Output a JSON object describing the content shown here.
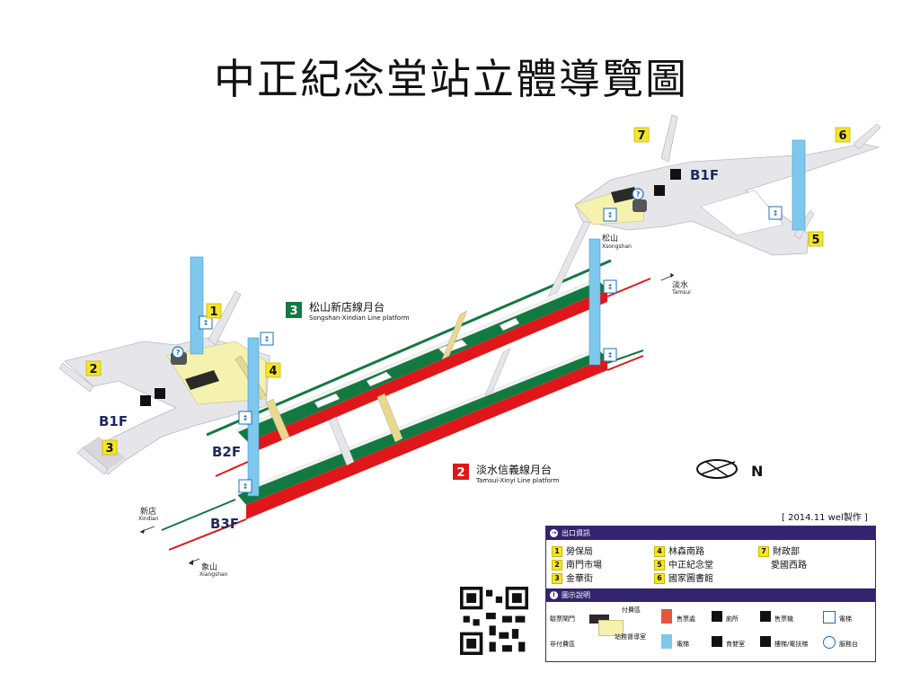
{
  "title": "中正紀念堂站立體導覽圖",
  "colors": {
    "green_line": "#127a41",
    "red_line": "#e0171a",
    "structure": "#e6e6ea",
    "paid_area": "#f5f2b0",
    "elevator_pillar": "#7ec8ee",
    "exit_box": "#f4e52a",
    "legend_header": "#32246e"
  },
  "floors": {
    "b1f_left": "B1F",
    "b1f_right": "B1F",
    "b2f": "B2F",
    "b3f": "B3F"
  },
  "exits_on_map": {
    "e1": "1",
    "e2": "2",
    "e3": "3",
    "e4": "4",
    "e5": "5",
    "e6": "6",
    "e7": "7"
  },
  "platforms": {
    "songshan": {
      "badge": "3",
      "cn": "松山新店線月台",
      "en": "Songshan-Xindian Line platform",
      "color": "#127a41"
    },
    "tamsui": {
      "badge": "2",
      "cn": "淡水信義線月台",
      "en": "Tamsui-Xinyi Line platform",
      "color": "#e0171a"
    }
  },
  "directions": {
    "songshan_cn": "松山",
    "songshan_en": "Xsongshan",
    "tamsui_cn": "淡水",
    "tamsui_en": "Tamsui",
    "xindian_cn": "新店",
    "xindian_en": "Xindian",
    "xiangshan_cn": "象山",
    "xiangshan_en": "Xiangshan"
  },
  "compass": {
    "north": "N"
  },
  "date_note": "[ 2014.11 wel製作 ]",
  "legend": {
    "exit_header": "出口資訊",
    "exits": [
      {
        "num": "1",
        "name": "勞保局"
      },
      {
        "num": "2",
        "name": "南門市場"
      },
      {
        "num": "3",
        "name": "金華街"
      },
      {
        "num": "4",
        "name": "林森南路"
      },
      {
        "num": "5",
        "name": "中正紀念堂"
      },
      {
        "num": "6",
        "name": "國家圖書館"
      },
      {
        "num": "7",
        "name": "財政部"
      },
      {
        "num": "",
        "name": "愛國西路"
      }
    ],
    "icon_header": "圖示說明",
    "icons": {
      "fare_gate": "驗票閘門",
      "paid_area": "付費區",
      "unpaid_area": "非付費區",
      "info_desk": "站務督導室",
      "ticket_office": "售票處",
      "elevator_block": "電梯",
      "toilet": "廁所",
      "nursing_room": "育嬰室",
      "ticket_machine": "售票機",
      "stairs_escalator": "樓梯/電扶梯",
      "elevator": "電梯",
      "service_desk": "服務台"
    }
  }
}
